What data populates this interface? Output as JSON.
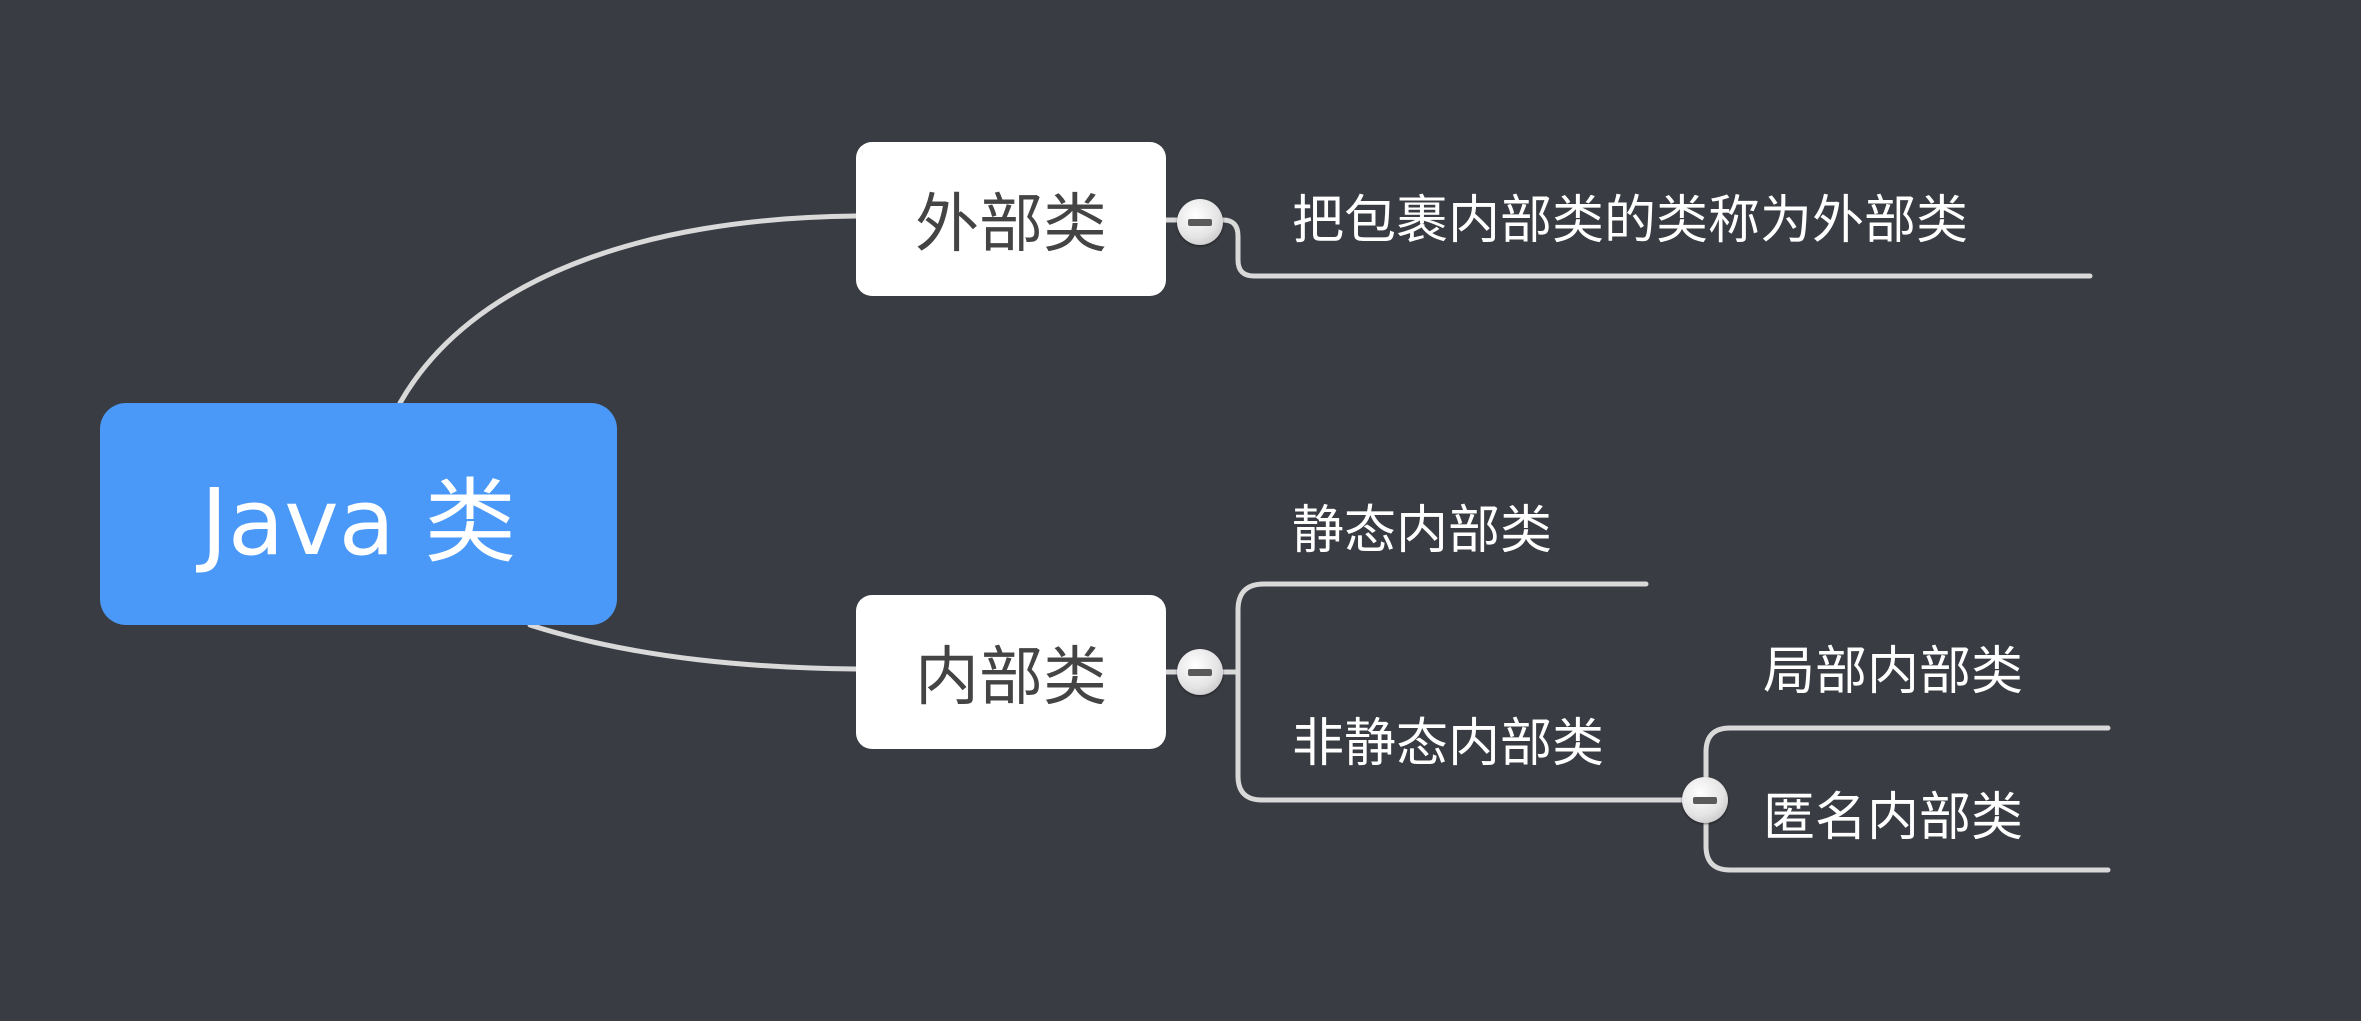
{
  "root": {
    "label": "Java 类"
  },
  "topics": [
    {
      "label": "外部类",
      "children": [
        {
          "label": "把包裹内部类的类称为外部类"
        }
      ]
    },
    {
      "label": "内部类",
      "children": [
        {
          "label": "静态内部类"
        },
        {
          "label": "非静态内部类",
          "children": [
            {
              "label": "局部内部类"
            },
            {
              "label": "匿名内部类"
            }
          ]
        }
      ]
    }
  ],
  "colors": {
    "background": "#393c42",
    "root_fill": "#4a98f7",
    "topic_fill": "#ffffff",
    "connector": "#d9d9d9",
    "leaf_text": "#ffffff"
  },
  "icons": {
    "collapse": "minus-circle-icon"
  }
}
